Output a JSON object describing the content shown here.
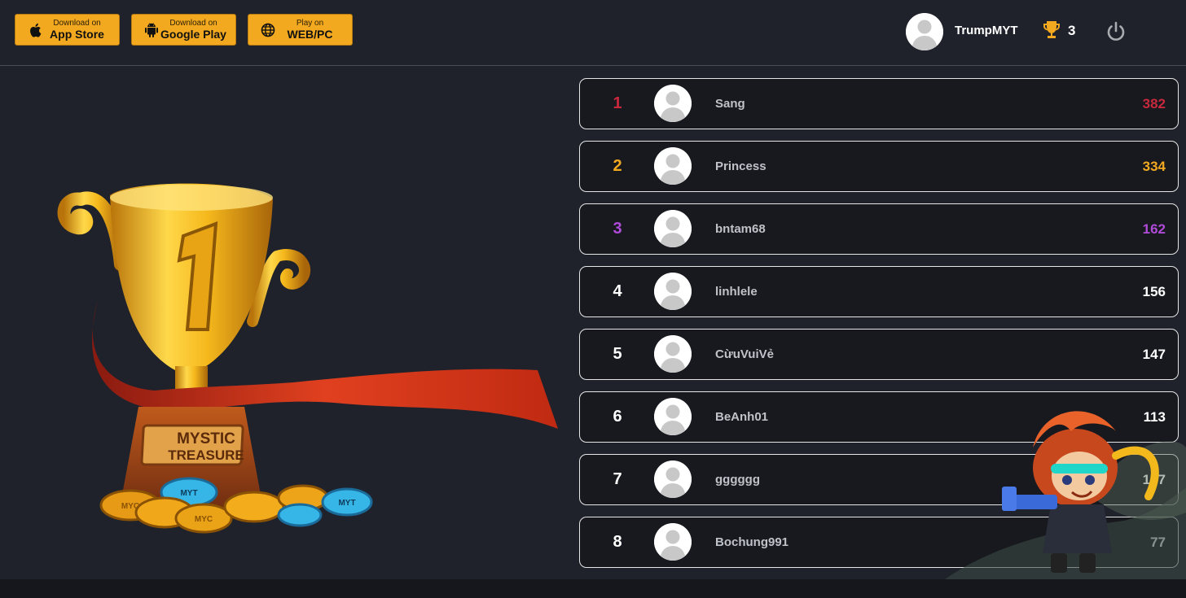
{
  "header": {
    "store_buttons": [
      {
        "small": "Download on",
        "big": "App Store",
        "icon": "apple-icon"
      },
      {
        "small": "Download on",
        "big": "Google Play",
        "icon": "android-icon"
      },
      {
        "small": "Play on",
        "big": "WEB/PC",
        "icon": "globe-icon"
      }
    ],
    "user": {
      "name": "TrumpMYT",
      "trophies": "3"
    },
    "icons": {
      "trophy": "trophy-icon",
      "power": "power-icon"
    }
  },
  "hero": {
    "plaque_line1": "MYSTIC",
    "plaque_line2": "TREASURE",
    "coin_label_gold": "MYC",
    "coin_label_blue": "MYT"
  },
  "leaderboard": [
    {
      "rank": "1",
      "name": "Sang",
      "score": "382",
      "color": "#c8283c"
    },
    {
      "rank": "2",
      "name": "Princess",
      "score": "334",
      "color": "#f2a91f"
    },
    {
      "rank": "3",
      "name": "bntam68",
      "score": "162",
      "color": "#b04ad8"
    },
    {
      "rank": "4",
      "name": "linhlele",
      "score": "156",
      "color": "#ffffff"
    },
    {
      "rank": "5",
      "name": "CừuVuiVẻ",
      "score": "147",
      "color": "#ffffff"
    },
    {
      "rank": "6",
      "name": "BeAnh01",
      "score": "113",
      "color": "#ffffff"
    },
    {
      "rank": "7",
      "name": "gggggg",
      "score": "107",
      "color": "#ffffff"
    },
    {
      "rank": "8",
      "name": "Bochung991",
      "score": "77",
      "color": "#ffffff"
    }
  ],
  "colors": {
    "accent": "#f2a91f",
    "background": "#1f222b",
    "row_bg": "#17191f"
  }
}
